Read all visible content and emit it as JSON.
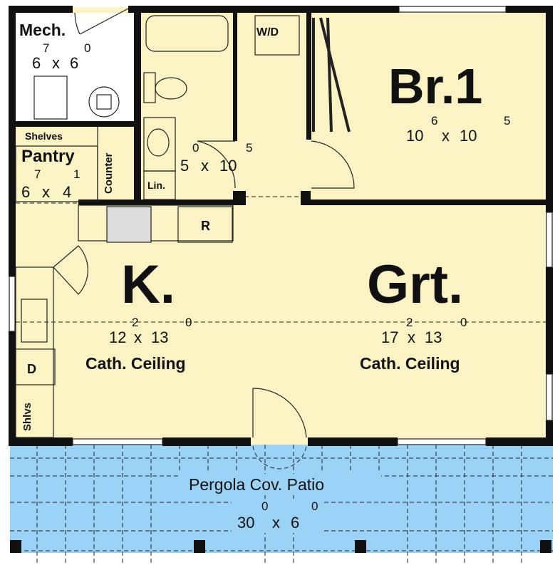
{
  "colors": {
    "room_fill": "#FBF3C4",
    "mech_fill": "#FFFFFF",
    "patio_fill": "#9AD3F5",
    "wall": "#111111"
  },
  "rooms": {
    "mech": {
      "name": "Mech.",
      "dim_a": "6",
      "dim_a_sup": "7",
      "x": "x",
      "dim_b": "6",
      "dim_b_sup": "0"
    },
    "pantry": {
      "name": "Pantry",
      "shelves": "Shelves",
      "counter": "Counter",
      "dim_a": "6",
      "dim_a_sup": "7",
      "x": "x",
      "dim_b": "4",
      "dim_b_sup": "1"
    },
    "bath": {
      "dim_a": "5",
      "dim_a_sup": "0",
      "x": "x",
      "dim_b": "10",
      "dim_b_sup": "5",
      "linen": "Lin."
    },
    "laundry": {
      "label": "W/D"
    },
    "bedroom": {
      "name": "Br.1",
      "dim_a": "10",
      "dim_a_sup": "6",
      "x": "x",
      "dim_b": "10",
      "dim_b_sup": "5"
    },
    "kitchen": {
      "name": "K.",
      "dim_a": "12",
      "dim_a_sup": "2",
      "x": "x",
      "dim_b": "13",
      "dim_b_sup": "0",
      "ceiling": "Cath. Ceiling",
      "fridge": "R",
      "dishwasher": "D",
      "shelves": "Shlvs"
    },
    "great_room": {
      "name": "Grt.",
      "dim_a": "17",
      "dim_a_sup": "2",
      "x": "x",
      "dim_b": "13",
      "dim_b_sup": "0",
      "ceiling": "Cath. Ceiling"
    },
    "patio": {
      "name": "Pergola Cov. Patio",
      "dim_a": "30",
      "dim_a_sup": "0",
      "x": "x",
      "dim_b": "6",
      "dim_b_sup": "0"
    }
  }
}
